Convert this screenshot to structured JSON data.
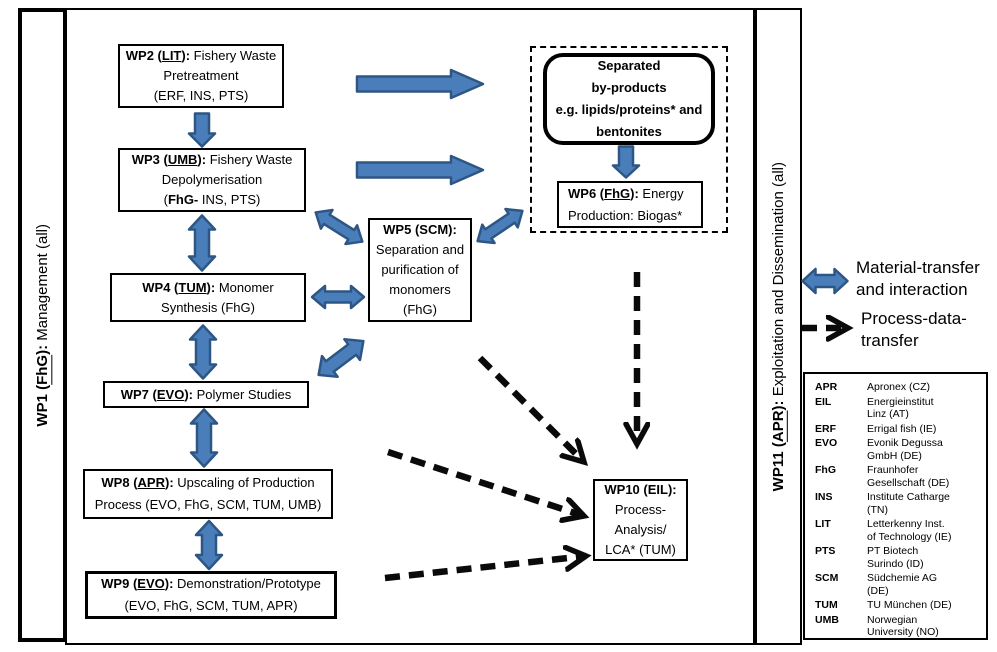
{
  "sidebar_left": {
    "bold_pre": "WP1 (",
    "org": "FhG",
    "bold_post": "):",
    "rest": " Management (all)"
  },
  "sidebar_right": {
    "bold_pre": "WP11 (",
    "org": "APR",
    "bold_post": "):",
    "rest": " Exploitation and Dissemination (all)"
  },
  "boxes": {
    "wp2": {
      "bold_pre": "WP2 (",
      "org": "LIT",
      "bold_post": "):",
      "rest": " Fishery Waste",
      "line2": "Pretreatment",
      "line3": "(ERF, INS, PTS)"
    },
    "wp3": {
      "bold_pre": "WP3 (",
      "org": "UMB",
      "bold_post": "):",
      "rest": " Fishery Waste",
      "line2": "Depolymerisation",
      "l3_pre": "(",
      "l3_bold": "FhG-",
      "l3_post": " INS, PTS)"
    },
    "wp4": {
      "bold_pre": "WP4 (",
      "org": "TUM",
      "bold_post": "):",
      "rest": " Monomer",
      "line2": "Synthesis (FhG)"
    },
    "wp5": {
      "bold": "WP5 (SCM):",
      "line2": "Separation and",
      "line3": "purification of",
      "line4": "monomers",
      "line5": "(FhG)"
    },
    "wp6": {
      "bold_pre": "WP6 (",
      "org": "FhG",
      "bold_post": "):",
      "rest": " Energy",
      "line2": "Production: Biogas*"
    },
    "wp7": {
      "bold_pre": "WP7 (",
      "org": "EVO",
      "bold_post": "):",
      "rest": "  Polymer Studies"
    },
    "wp8": {
      "bold_pre": "WP8 (",
      "org": "APR",
      "bold_post": "):",
      "rest": " Upscaling of Production",
      "line2": "Process (EVO, FhG, SCM, TUM, UMB)"
    },
    "wp9": {
      "bold_pre": "WP9 (",
      "org": "EVO",
      "bold_post": "):",
      "rest": " Demonstration/Prototype",
      "line2": "(EVO, FhG, SCM, TUM, APR)"
    },
    "wp10": {
      "bold": "WP10 (EIL):",
      "line2": "Process-",
      "line3": "Analysis/",
      "line4": "LCA* (TUM)"
    },
    "byproducts": {
      "line1": "Separated",
      "line2": "by-products",
      "line3": "e.g. lipids/proteins* and",
      "line4": "bentonites"
    }
  },
  "legend": {
    "material_l1": "Material-transfer",
    "material_l2": "and interaction",
    "process_l1": "Process-data-",
    "process_l2": "transfer",
    "material_icon": "blue-double-arrow",
    "process_icon": "black-dashed-arrow"
  },
  "abbreviations": {
    "rows": [
      {
        "abbr": "APR",
        "desc": "Apronex (CZ)"
      },
      {
        "abbr": "EIL",
        "desc": "Energieinstitut\nLinz (AT)"
      },
      {
        "abbr": "ERF",
        "desc": "Errigal fish (IE)"
      },
      {
        "abbr": "EVO",
        "desc": "Evonik Degussa\nGmbH (DE)"
      },
      {
        "abbr": "FhG",
        "desc": "Fraunhofer\nGesellschaft (DE)"
      },
      {
        "abbr": "INS",
        "desc": "Institute Catharge\n(TN)"
      },
      {
        "abbr": "LIT",
        "desc": "Letterkenny Inst.\nof Technology (IE)"
      },
      {
        "abbr": "PTS",
        "desc": "PT Biotech\nSurindo (ID)"
      },
      {
        "abbr": "SCM",
        "desc": "Südchemie  AG\n(DE)"
      },
      {
        "abbr": "TUM",
        "desc": "TU München (DE)"
      },
      {
        "abbr": "UMB",
        "desc": "Norwegian\nUniversity (NO)"
      }
    ]
  },
  "colors": {
    "arrow_blue": "#4a7ebb",
    "arrow_blue_border": "#2e5684",
    "dashed_arrow": "#0a0a0a",
    "box_border": "#000000"
  }
}
